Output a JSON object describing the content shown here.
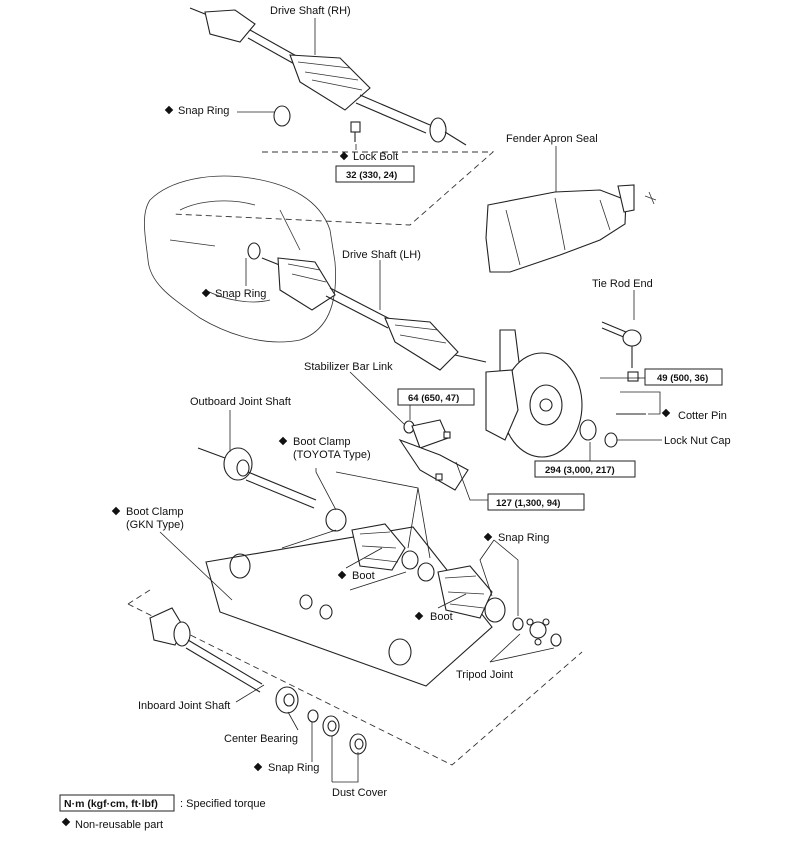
{
  "labels": {
    "drive_shaft_rh": "Drive Shaft (RH)",
    "snap_ring_1": "Snap Ring",
    "lock_bolt": "Lock Bolt",
    "torque_lock_bolt": "32 (330, 24)",
    "fender_apron_seal": "Fender Apron Seal",
    "drive_shaft_lh": "Drive Shaft (LH)",
    "snap_ring_2": "Snap Ring",
    "tie_rod_end": "Tie Rod End",
    "stabilizer_bar_link": "Stabilizer Bar Link",
    "torque_stabilizer": "64 (650, 47)",
    "torque_tie_rod": "49 (500, 36)",
    "cotter_pin": "Cotter Pin",
    "outboard_joint_shaft": "Outboard Joint Shaft",
    "boot_clamp_toyota_1": "Boot Clamp",
    "boot_clamp_toyota_2": "(TOYOTA Type)",
    "lock_nut_cap": "Lock Nut Cap",
    "torque_lock_nut": "294 (3,000, 217)",
    "torque_127": "127 (1,300, 94)",
    "boot_clamp_gkn_1": "Boot Clamp",
    "boot_clamp_gkn_2": "(GKN Type)",
    "snap_ring_3": "Snap Ring",
    "boot_1": "Boot",
    "boot_2": "Boot",
    "tripod_joint": "Tripod Joint",
    "inboard_joint_shaft": "Inboard Joint Shaft",
    "center_bearing": "Center Bearing",
    "snap_ring_4": "Snap Ring",
    "dust_cover": "Dust Cover"
  },
  "legend": {
    "torque_unit": "N·m (kgf·cm, ft·lbf)",
    "torque_desc": ": Specified torque",
    "non_reusable": "Non-reusable part"
  }
}
